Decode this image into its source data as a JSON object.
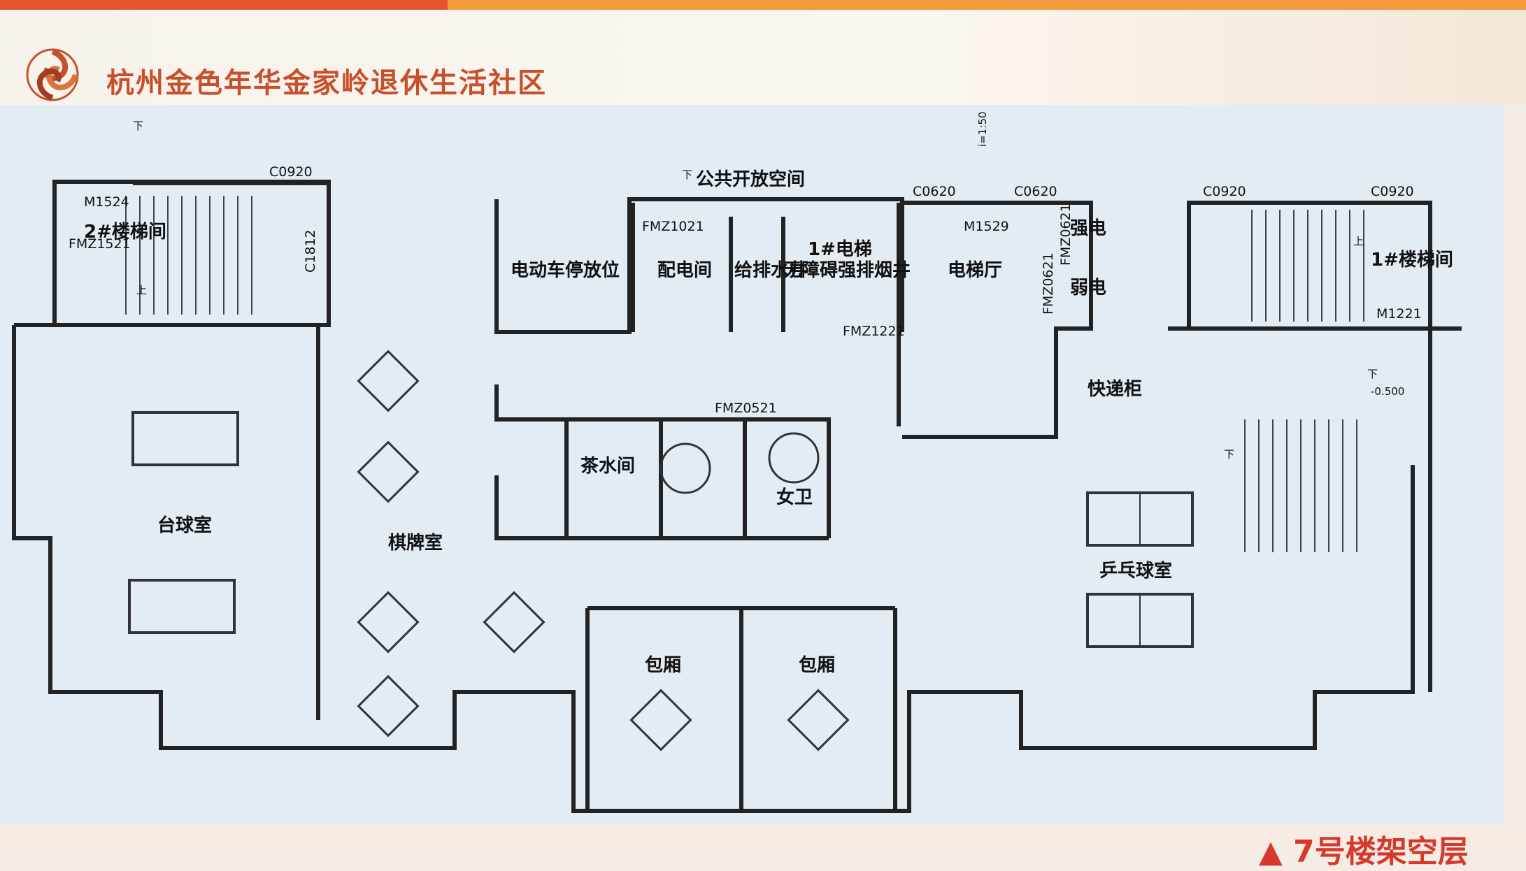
{
  "header": {
    "title": "杭州金色年华金家岭退休生活社区"
  },
  "footer": {
    "subtitle": "7号楼架空层"
  },
  "rooms": {
    "stair2": "2#楼梯间",
    "stair1": "1#楼梯间",
    "ebike": "电动车停放位",
    "power": "配电间",
    "pipe": "给排水井",
    "smoke": "无障碍强排烟井",
    "elevator1": "1#电梯",
    "lobby": "电梯厅",
    "public": "公共开放空间",
    "courier": "快递柜",
    "billiard": "台球室",
    "chess": "棋牌室",
    "tea": "茶水间",
    "women": "女卫",
    "pingpong": "乒乓球室",
    "room1": "包厢",
    "room2": "包厢",
    "strong": "强电",
    "weak": "弱电"
  },
  "codes": {
    "m1524": "M1524",
    "fmz1521": "FMZ1521",
    "c0920a": "C0920",
    "c1812": "C1812",
    "fmz1021": "FMZ1021",
    "c0620a": "C0620",
    "c0620b": "C0620",
    "m1529": "M1529",
    "fmz0621": "FMZ0621",
    "fmz0621b": "FMZ0621",
    "fmz1221": "FMZ1221",
    "c0920b": "C0920",
    "c0920c": "C0920",
    "m1221": "M1221",
    "fmz0521": "FMZ0521",
    "level": "-0.500",
    "down1": "下",
    "down2": "下",
    "down3": "下",
    "down4": "下",
    "up1": "上",
    "up2": "上",
    "ratio": "i=1:50"
  }
}
